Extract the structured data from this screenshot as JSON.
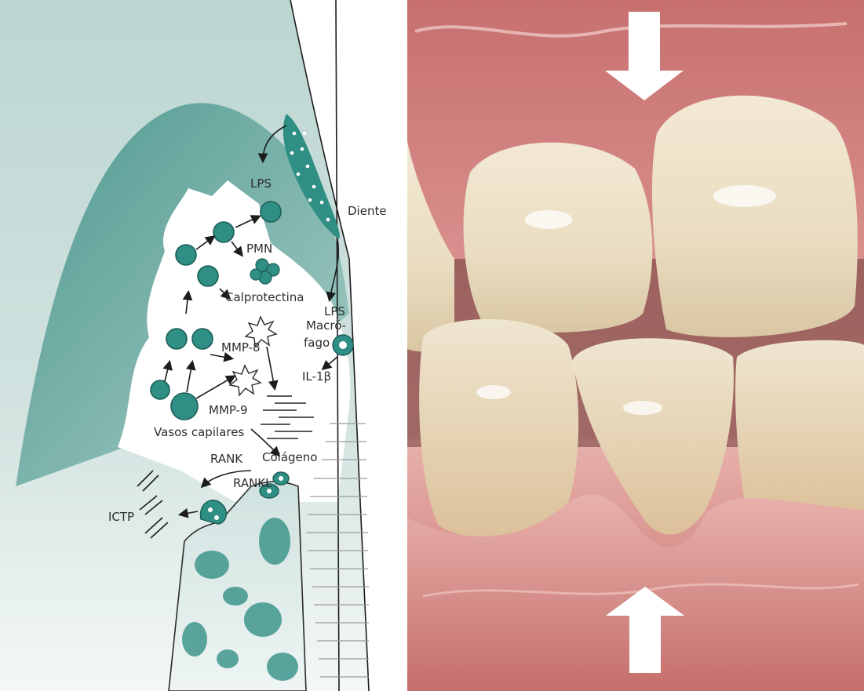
{
  "diagram": {
    "labels": {
      "lps_top": "LPS",
      "tooth": "Diente",
      "pmn": "PMN",
      "calprotectin": "Calprotectina",
      "lps_mid": "LPS",
      "macrophage_1": "Macró-",
      "macrophage_2": "fago",
      "mmp8": "MMP-8",
      "il1b": "IL-1β",
      "mmp9": "MMP-9",
      "capillaries": "Vasos capilares",
      "rank": "RANK",
      "collagen": "Colágeno",
      "rankl": "RANKL",
      "ictp": "ICTP"
    }
  },
  "photo": {
    "arrows": [
      "down-arrow",
      "up-arrow"
    ]
  },
  "colors": {
    "teal_dark": "#2f8f84",
    "gingiva_light": "#c9dcd9",
    "gingiva_mid": "#7fb0a8",
    "gum_pink": "#d98a8a",
    "tooth": "#efe4cc"
  }
}
